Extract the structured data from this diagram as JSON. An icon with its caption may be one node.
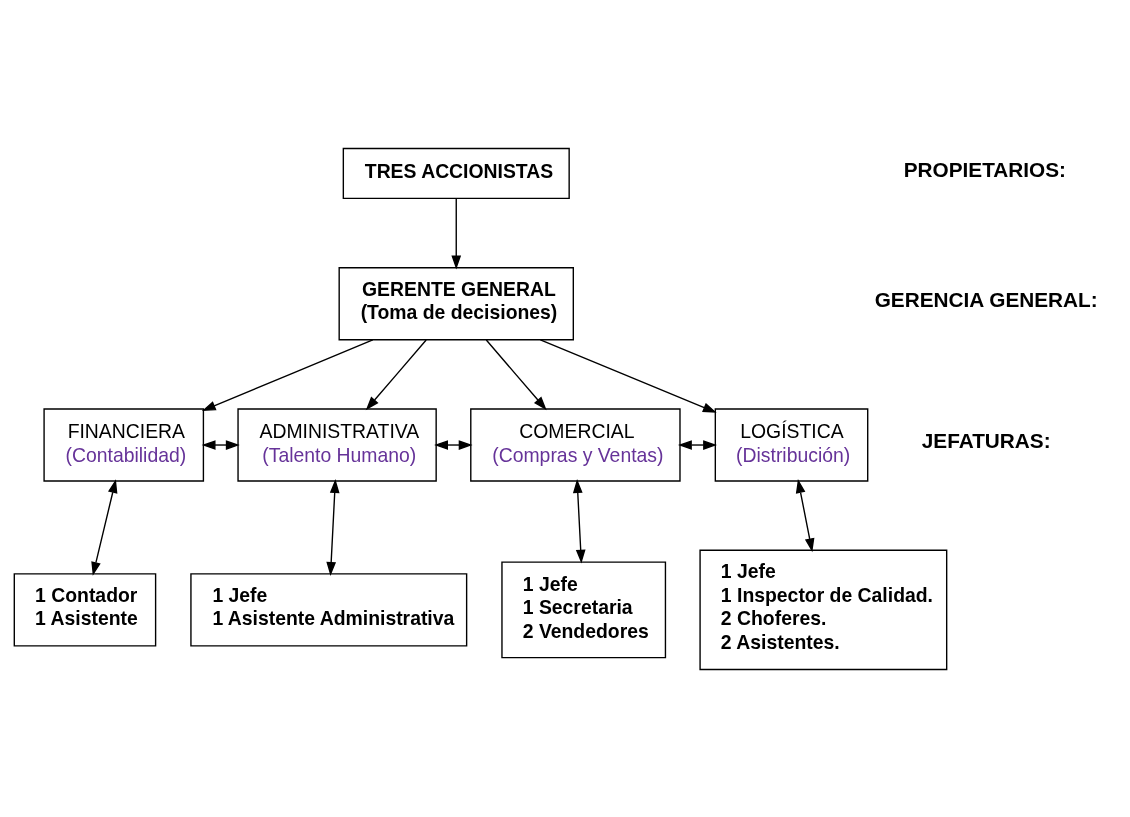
{
  "diagram": {
    "nodes": [
      {
        "text": [
          "TRES ACCIONISTAS"
        ]
      },
      {
        "text": [
          "GERENTE GENERAL",
          "(Toma de decisiones)"
        ]
      },
      {
        "text": [
          "FINANCIERA",
          "(Contabilidad)"
        ]
      },
      {
        "text": [
          "ADMINISTRATIVA",
          "(Talento Humano)"
        ]
      },
      {
        "text": [
          "COMERCIAL",
          "(Compras y Ventas)"
        ]
      },
      {
        "text": [
          "LOGÍSTICA",
          "(Distribución)"
        ]
      },
      {
        "text": [
          "1 Contador",
          "1 Asistente"
        ]
      },
      {
        "text": [
          "1 Jefe",
          "1 Asistente Administrativa"
        ]
      },
      {
        "text": [
          "1 Jefe",
          "1 Secretaria",
          "2 Vendedores"
        ]
      },
      {
        "text": [
          "1 Jefe",
          "1 Inspector de Calidad.",
          "2 Choferes.",
          "2 Asistentes."
        ]
      }
    ],
    "edges": [
      {
        "from": 0,
        "to": 1,
        "arrow": "to"
      },
      {
        "from": 1,
        "to": 2,
        "arrow": "to"
      },
      {
        "from": 1,
        "to": 3,
        "arrow": "to"
      },
      {
        "from": 1,
        "to": 4,
        "arrow": "to"
      },
      {
        "from": 1,
        "to": 5,
        "arrow": "to"
      },
      {
        "from": 2,
        "to": 3,
        "arrow": "both"
      },
      {
        "from": 3,
        "to": 4,
        "arrow": "both"
      },
      {
        "from": 4,
        "to": 5,
        "arrow": "both"
      },
      {
        "from": 2,
        "to": 6,
        "arrow": "both"
      },
      {
        "from": 3,
        "to": 7,
        "arrow": "both"
      },
      {
        "from": 4,
        "to": 8,
        "arrow": "both"
      },
      {
        "from": 5,
        "to": 9,
        "arrow": "both"
      }
    ],
    "labels": [
      "PROPIETARIOS:",
      "GERENCIA GENERAL:",
      "JEFATURAS:"
    ]
  }
}
